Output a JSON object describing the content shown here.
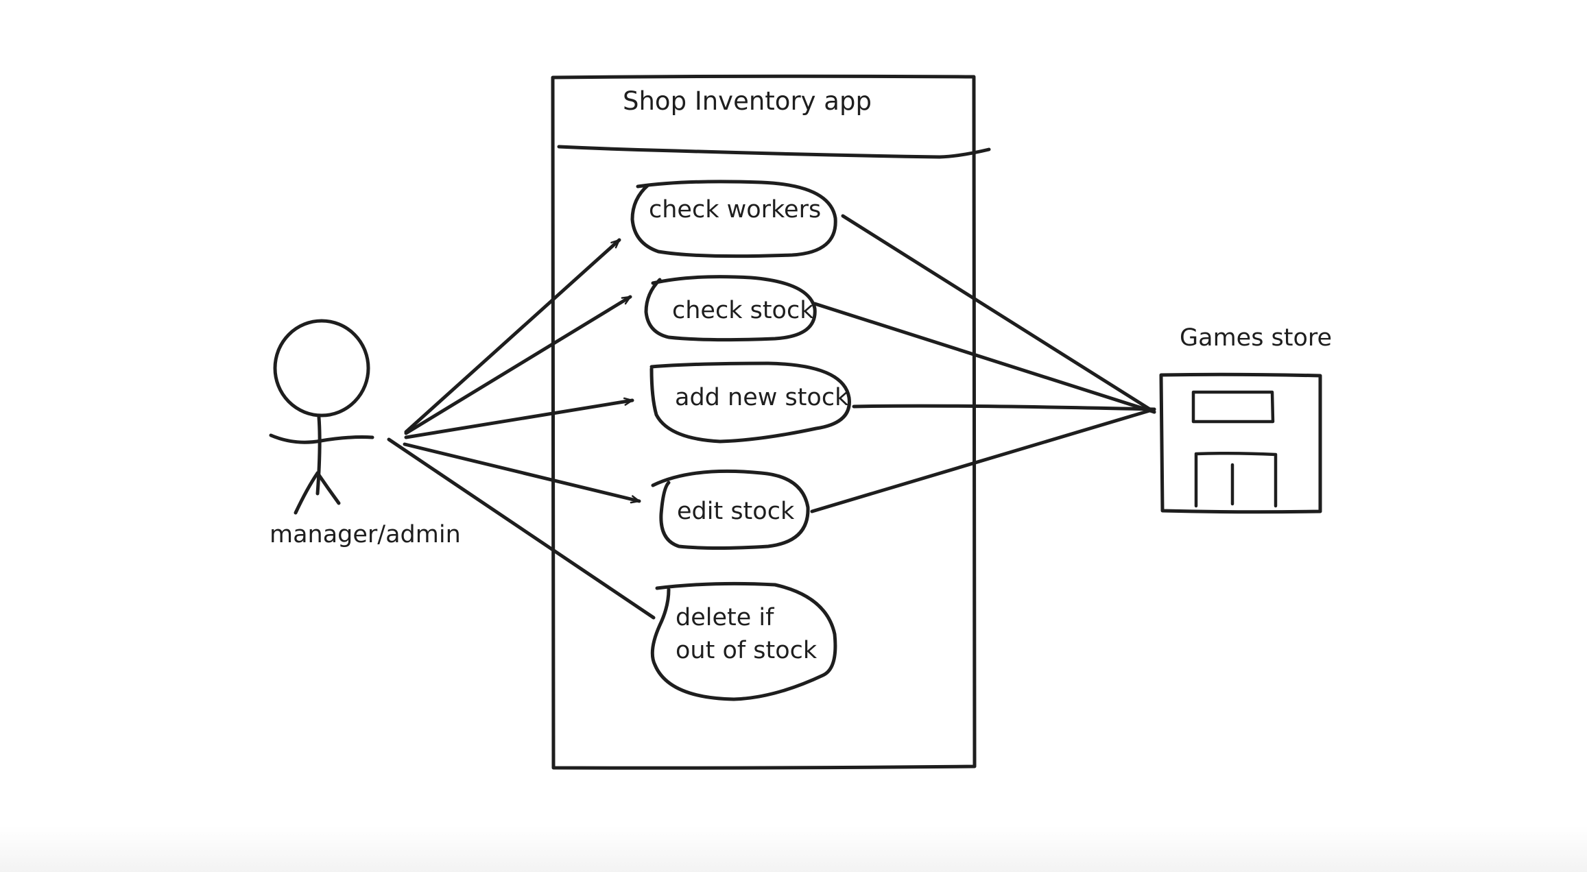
{
  "diagram": {
    "system_title": "Shop Inventory app",
    "actor": {
      "label": "manager/admin"
    },
    "external": {
      "label": "Games store",
      "icon": "store-icon"
    },
    "use_cases": [
      {
        "id": "check-workers",
        "lines": [
          "check workers"
        ]
      },
      {
        "id": "check-stock",
        "lines": [
          "check stock"
        ]
      },
      {
        "id": "add-new-stock",
        "lines": [
          "add new stock"
        ]
      },
      {
        "id": "edit-stock",
        "lines": [
          "edit stock"
        ]
      },
      {
        "id": "delete-if-out-of-stock",
        "lines": [
          "delete if",
          "out of stock"
        ]
      }
    ],
    "connections": {
      "actor_to_use_cases": [
        "check workers",
        "check stock",
        "add new stock",
        "edit stock",
        "delete if out of stock"
      ],
      "use_cases_to_store": [
        "check workers",
        "check stock",
        "add new stock",
        "edit stock"
      ]
    },
    "colors": {
      "stroke": "#1e1e1e",
      "background": "#ffffff"
    }
  }
}
